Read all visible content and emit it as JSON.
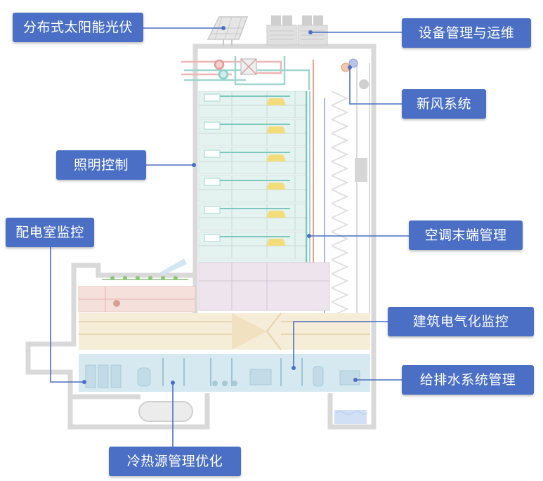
{
  "labels": {
    "solar_pv": "分布式太阳能光伏",
    "equipment_ops": "设备管理与运维",
    "fresh_air": "新风系统",
    "lighting": "照明控制",
    "distribution_room": "配电室监控",
    "ac_terminal": "空调末端管理",
    "building_electrical": "建筑电气化监控",
    "water_system": "给排水系统管理",
    "heat_cold_source": "冷热源管理优化"
  },
  "colors": {
    "label_bg": "#4a6fc4",
    "label_text": "#ffffff",
    "line": "#4a6fc4",
    "building_outline": "#d9d9d9",
    "office_floor": "#e4f2f0",
    "lobby": "#eee4ee",
    "garage": "#f6edd8",
    "basement_plant": "#d6e9f1",
    "pipe_red": "#f2b4b4",
    "pipe_teal": "#9fd6cf",
    "lamp": "#f3dd7a"
  },
  "office_floors": 6
}
